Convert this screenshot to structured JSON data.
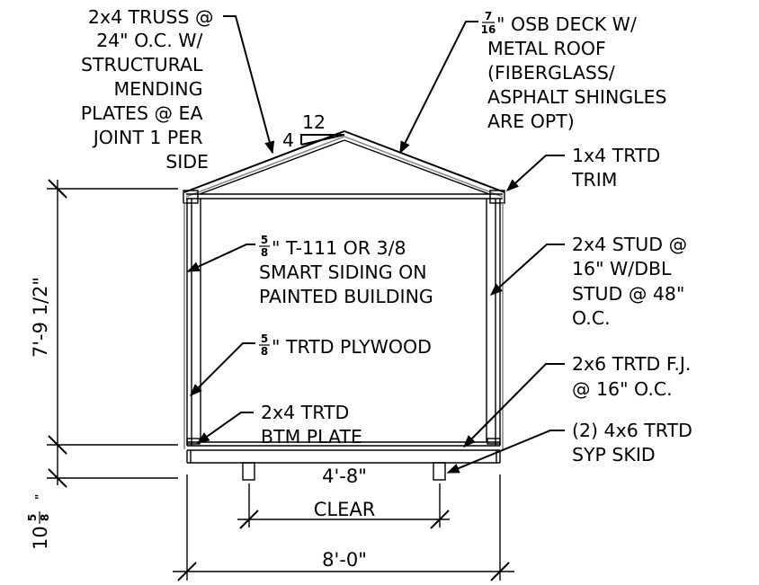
{
  "callouts": {
    "truss": [
      "2x4 TRUSS @",
      "24\" O.C. W/",
      "STRUCTURAL",
      "MENDING",
      "PLATES @ EA",
      "JOINT 1 PER",
      "SIDE"
    ],
    "deck_frac_num": "7",
    "deck_frac_den": "16",
    "deck": [
      "\" OSB DECK W/",
      "METAL ROOF",
      "(FIBERGLASS/",
      "ASPHALT SHINGLES",
      "ARE OPT)"
    ],
    "trim": [
      "1x4 TRTD",
      "TRIM"
    ],
    "siding_frac_num": "5",
    "siding_frac_den": "8",
    "siding": [
      "\" T-111 OR 3/8",
      "SMART SIDING ON",
      "PAINTED BUILDING"
    ],
    "stud": [
      "2x4 STUD @",
      "16\" W/DBL",
      "STUD @ 48\"",
      "O.C."
    ],
    "plywood_frac_num": "5",
    "plywood_frac_den": "8",
    "plywood": [
      "\" TRTD PLYWOOD"
    ],
    "joist": [
      "2x6 TRTD F.J.",
      "@ 16\" O.C."
    ],
    "plate": [
      "2x4 TRTD",
      "BTM PLATE"
    ],
    "skid": [
      "(2) 4x6 TRTD",
      "SYP SKID"
    ]
  },
  "pitch": {
    "rise": "4",
    "run": "12"
  },
  "dimensions": {
    "wall_height": "7'-9 1/2\"",
    "floor_whole": "10",
    "floor_frac_num": "5",
    "floor_frac_den": "8",
    "floor_inch": "\"",
    "clear_width": "4'-8\"",
    "clear_label": "CLEAR",
    "overall_width": "8'-0\""
  }
}
